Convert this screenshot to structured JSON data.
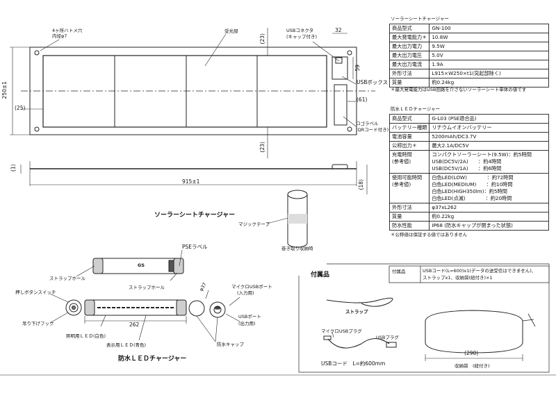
{
  "solar_drawing": {
    "hole_note_1": "4ヶ所ハトメ穴",
    "hole_note_2": "内径φ7",
    "light_area": "受光部",
    "usb_conn_1": "USBコネクタ",
    "usb_conn_2": "(キャップ付き)",
    "usb_box": "USBボックス",
    "logo_label": "ロゴラベル",
    "qr_label": "(QRコード付き)",
    "dim_250": "250±1",
    "dim_25": "(25)",
    "dim_23a": "(23)",
    "dim_23b": "(23)",
    "dim_32": "32",
    "dim_59": "59",
    "dim_61": "(61)",
    "dim_1": "(1)",
    "dim_915": "915±1",
    "dim_18": "(18)",
    "title": "ソーラーシートチャージャー",
    "magic_tape": "マジックテープ",
    "roll_note": "巻き取り収納時"
  },
  "solar_spec": {
    "title": "ソーラーシートチャージャー",
    "rows": [
      [
        "商品型式",
        "GN-100"
      ],
      [
        "最大発電能力＊",
        "10.8W"
      ],
      [
        "最大出力電力",
        "9.5W"
      ],
      [
        "最大出力電圧",
        "5.0V"
      ],
      [
        "最大出力電流",
        "1.9A"
      ],
      [
        "外形寸法",
        "L915×W250×t1(突起部除く)"
      ],
      [
        "質量",
        "約0.24kg"
      ]
    ],
    "footnote": "＊最大発電能力はUSB回路を介さないソーラーシート単体の値です"
  },
  "led_spec": {
    "title": "防水ＬＥＤチャージャー",
    "rows": [
      [
        "商品型式",
        "G-L03 (PSE適合品)"
      ],
      [
        "バッテリー種類",
        "リチウムイオンバッテリー"
      ],
      [
        "電池容量",
        "5200mAh/DC3.7V"
      ],
      [
        "公称出力＊",
        "最大2.1A/DC5V"
      ]
    ],
    "charge_key_1": "充電時間",
    "charge_key_2": "(参考値)",
    "charge_lines": [
      "コンパクトソーラーシート(9.5W)：約5時間",
      "USB(DC5V/2A)　　：約4時間",
      "USB(DC5V/1A)　　：約6時間"
    ],
    "use_key_1": "使用可能時間",
    "use_key_2": "(参考値)",
    "use_lines": [
      "白色LED(LOW)　　　　：約72時間",
      "白色LED(MEDIUM)　　：約10時間",
      "白色LED(HIGH350lm)：約5時間",
      "白色LED(点滅)　　　　：約20時間"
    ],
    "rows2": [
      [
        "外形寸法",
        "φ37xL262"
      ],
      [
        "質量",
        "約0.22kg"
      ],
      [
        "防水性能",
        "IP68 (防水キャップが閉まった状態)"
      ]
    ],
    "footnote": "＊公称値は保証する値ではありません"
  },
  "led_drawing": {
    "pse_label": "PSEラベル",
    "strap_hole_left": "ストラップホール",
    "strap_hole_right": "ストラップホール",
    "push_switch": "押しボタンスイッチ",
    "hook": "吊り下げフック",
    "dim_262": "262",
    "dim_37": "φ37",
    "micro_usb_1": "マイクロUSBポート",
    "micro_usb_2": "(入力用)",
    "usb_port_1": "USBポート",
    "usb_port_2": "(出力用)",
    "light_led": "照明用ＬＥＤ(白色)",
    "display_led": "表示用ＬＥＤ(青色)",
    "cap": "防水キャップ",
    "title": "防水ＬＥＤチャージャー",
    "logo_text": "GS"
  },
  "accessories": {
    "heading": "付属品",
    "key": "付属品",
    "line1": "USBコード(L=600)x1(データの送受信はできません)、",
    "line2": "ストラップx1、収納袋(紐付き)×1",
    "strap": "ストラップ",
    "micro_plug": "マイクロUSBプラグ",
    "usb_plug": "USBプラグ",
    "cord": "USBコード　L=約600mm",
    "dim_290": "(290)",
    "bag": "収納袋　(紐付き)"
  }
}
